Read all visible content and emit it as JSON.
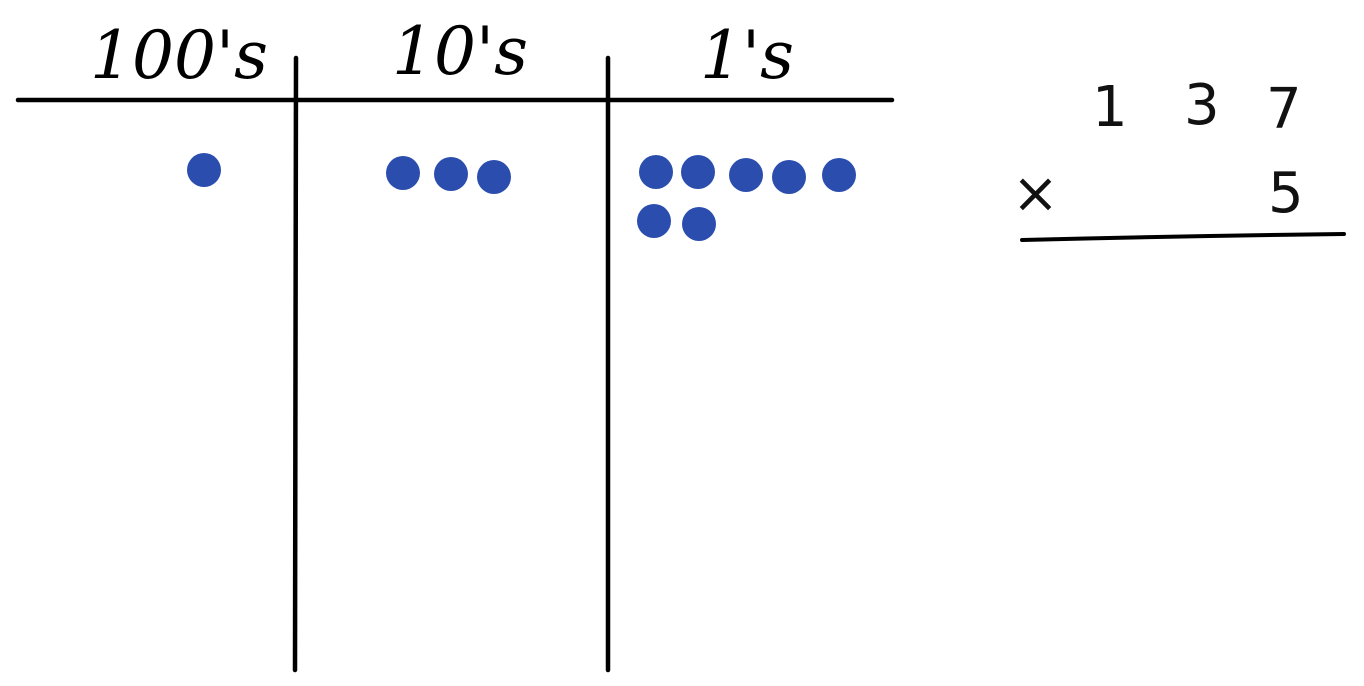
{
  "place_value_chart": {
    "columns": [
      {
        "heading": "100's",
        "disk_count": 1
      },
      {
        "heading": "10's",
        "disk_count": 3
      },
      {
        "heading": "1's",
        "disk_count": 7
      }
    ],
    "disk_color": "#2A4DAE",
    "line_color": "#000000"
  },
  "problem": {
    "multiplicand": [
      "1",
      "3",
      "7"
    ],
    "operator": "×",
    "multiplier": "5"
  }
}
